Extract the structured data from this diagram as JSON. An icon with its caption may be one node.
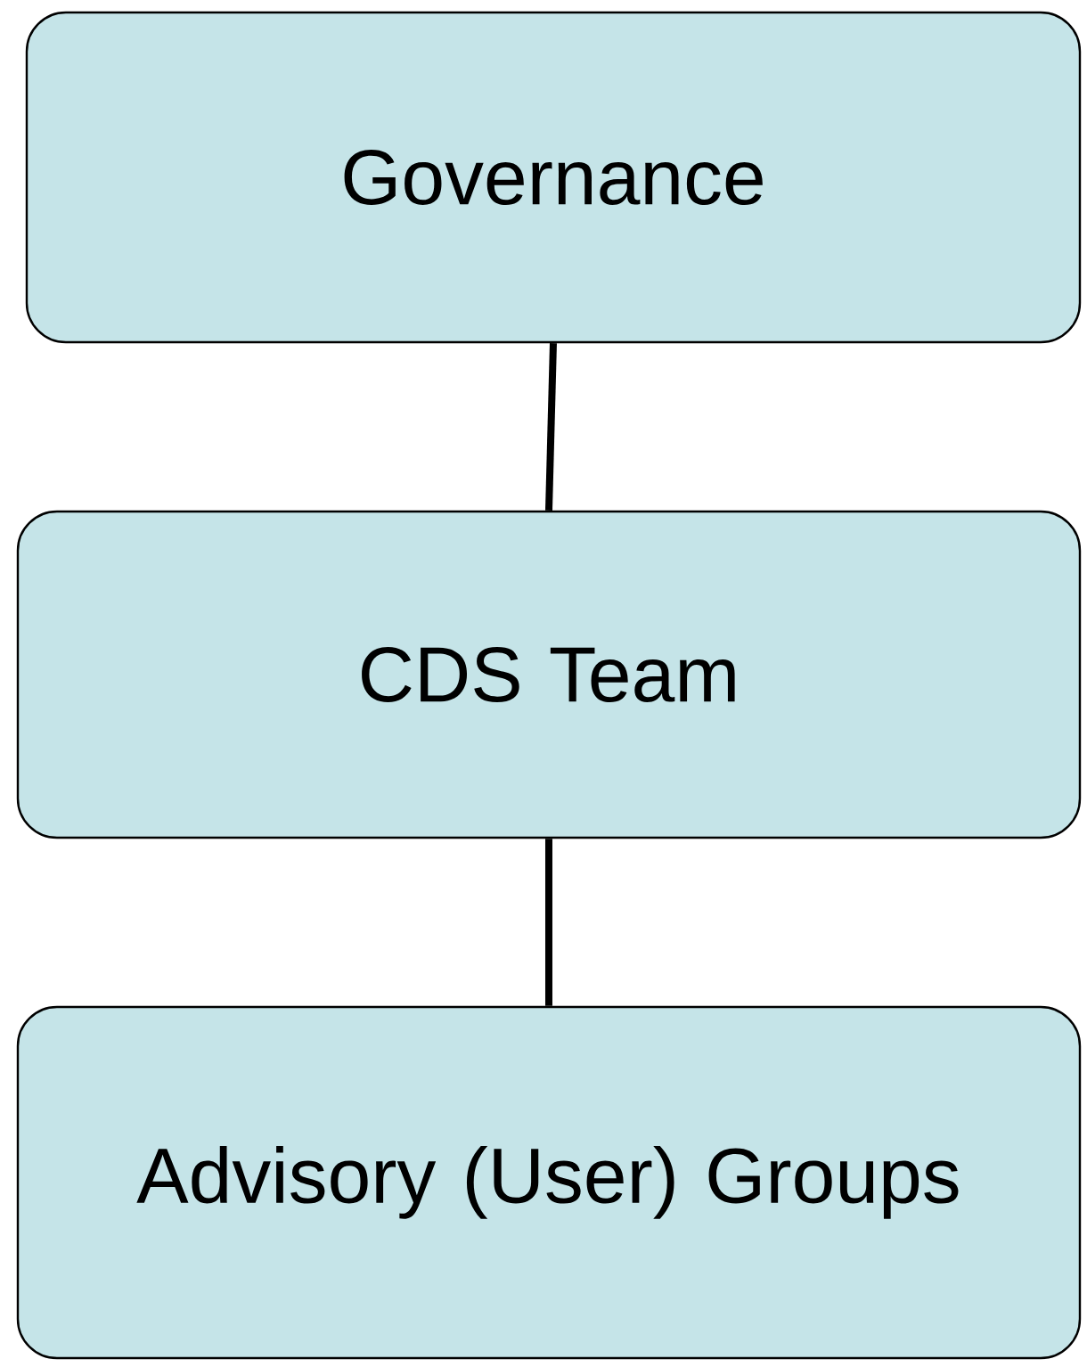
{
  "diagram": {
    "nodes": [
      {
        "text": [
          "Governance"
        ]
      },
      {
        "text": [
          "CDS Team"
        ]
      },
      {
        "text": [
          "Advisory (User) Groups"
        ]
      }
    ],
    "edges": [
      {
        "from": 0,
        "to": 1,
        "arrow": "none"
      },
      {
        "from": 1,
        "to": 2,
        "arrow": "none"
      }
    ]
  }
}
